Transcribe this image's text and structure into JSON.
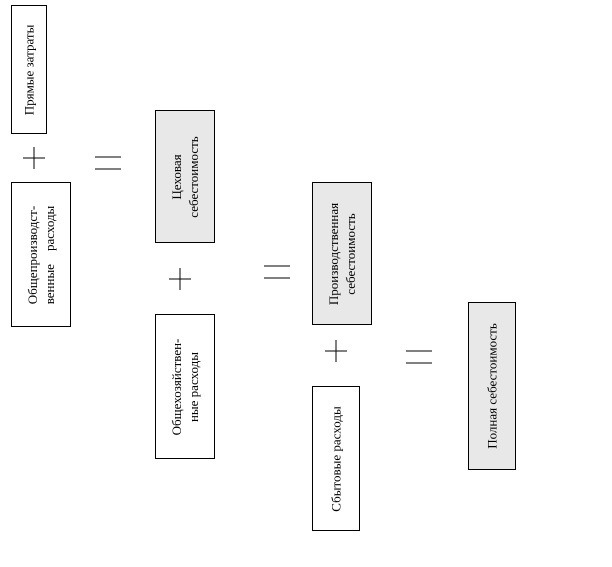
{
  "boxes": {
    "direct_costs": {
      "lines": [
        "Прямые затраты"
      ]
    },
    "general_production": {
      "lines": [
        "Общепроизводст-",
        "венные    расходы"
      ]
    },
    "shop_cost": {
      "lines": [
        "Цеховая",
        "себестоимость"
      ]
    },
    "general_business": {
      "lines": [
        "Общехозяйствен-",
        "ные расходы"
      ]
    },
    "production_cost": {
      "lines": [
        "Производственная",
        "себестоимость"
      ]
    },
    "selling_expenses": {
      "lines": [
        "Сбытовые расходы"
      ]
    },
    "full_cost": {
      "lines": [
        "Полная себестоимость"
      ]
    }
  },
  "colors": {
    "line": "#000000",
    "shaded_fill": "#e8e8e8",
    "plain_fill": "#ffffff"
  },
  "operators": {
    "plus": "plus-sign",
    "equals": "equals-sign"
  }
}
